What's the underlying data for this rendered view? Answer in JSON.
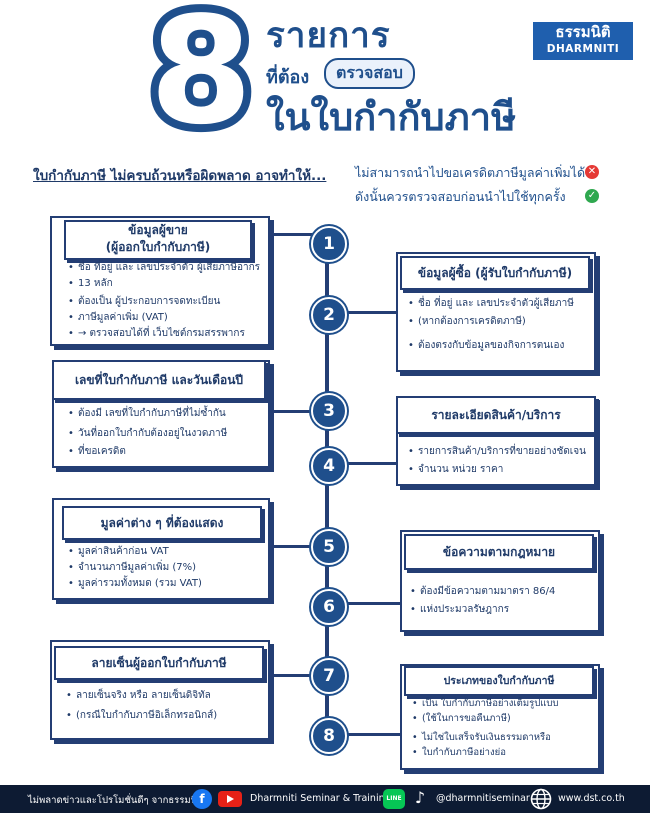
{
  "header": {
    "number": "8",
    "title_line1": "รายการ",
    "title_prefix": "ที่ต้อง",
    "title_highlight": "ตรวจสอบ",
    "title_line3": "ในใบกำกับภาษี",
    "logo_th": "ธรรมนิติ",
    "logo_en": "DHARMNITI"
  },
  "intro": {
    "text": "ใบกำกับภาษี ไม่ครบถ้วนหรือผิดพลาด อาจทำให้...",
    "warning": "ไม่สามารถนำไปขอเครดิตภาษีมูลค่าเพิ่มได้",
    "advice": "ดังนั้นควรตรวจสอบก่อนนำไปใช้ทุกครั้ง",
    "warning_icon": "x-circle-icon",
    "advice_icon": "check-circle-icon"
  },
  "numbers": [
    "1",
    "2",
    "3",
    "4",
    "5",
    "6",
    "7",
    "8"
  ],
  "items": {
    "seller": {
      "title_line1": "ข้อมูลผู้ขาย",
      "title_line2": "(ผู้ออกใบกำกับภาษี)",
      "bullets": [
        "ชื่อ ที่อยู่ และ เลขประจำตัว ผู้เสียภาษีอากร",
        "13 หลัก",
        "ต้องเป็น ผู้ประกอบการจดทะเบียน",
        "ภาษีมูลค่าเพิ่ม (VAT)",
        "→ ตรวจสอบได้ที่ เว็บไซต์กรมสรรพากร"
      ]
    },
    "buyer": {
      "title": "ข้อมูลผู้ซื้อ (ผู้รับใบกำกับภาษี)",
      "bullets": [
        "ชื่อ ที่อยู่ และ เลขประจำตัวผู้เสียภาษี",
        "(หากต้องการเครดิตภาษี)",
        "ต้องตรงกับข้อมูลของกิจการตนเอง"
      ]
    },
    "number_date": {
      "title": "เลขที่ใบกำกับภาษี และวันเดือนปี",
      "bullets": [
        "ต้องมี เลขที่ใบกำกับภาษีที่ไม่ซ้ำกัน",
        "วันที่ออกใบกำกับต้องอยู่ในงวดภาษี",
        "ที่ขอเครดิต"
      ]
    },
    "goods": {
      "title": "รายละเอียดสินค้า/บริการ",
      "bullets": [
        "รายการสินค้า/บริการที่ขายอย่างชัดเจน",
        "จำนวน หน่วย ราคา"
      ]
    },
    "values": {
      "title": "มูลค่าต่าง ๆ ที่ต้องแสดง",
      "bullets": [
        "มูลค่าสินค้าก่อน VAT",
        "จำนวนภาษีมูลค่าเพิ่ม (7%)",
        "มูลค่ารวมทั้งหมด (รวม VAT)"
      ]
    },
    "legal": {
      "title": "ข้อความตามกฎหมาย",
      "bullets": [
        "ต้องมีข้อความตามมาตรา 86/4",
        "แห่งประมวลรัษฎากร"
      ]
    },
    "signature": {
      "title": "ลายเซ็นผู้ออกใบกำกับภาษี",
      "bullets": [
        "ลายเซ็นจริง หรือ ลายเซ็นดิจิทัล",
        "(กรณีใบกำกับภาษีอิเล็กทรอนิกส์)"
      ]
    },
    "type": {
      "title": "ประเภทของใบกำกับภาษี",
      "bullets": [
        "เป็น ใบกำกับภาษีอย่างเต็มรูปแบบ",
        "(ใช้ในการขอคืนภาษี)",
        "ไม่ใช่ใบเสร็จรับเงินธรรมดาหรือ",
        "ใบกำกับภาษีอย่างย่อ"
      ]
    }
  },
  "footer": {
    "tagline": "ไม่พลาดข่าวและโปรโมชั่นดีๆ จากธรรมนิติ",
    "social_name": "Dharmniti Seminar & Training",
    "line_label": "LINE",
    "handle": "@dharmnitiseminar",
    "website": "www.dst.co.th",
    "colors": {
      "facebook": "#1877f2",
      "youtube": "#e62117",
      "line": "#06c755"
    }
  }
}
